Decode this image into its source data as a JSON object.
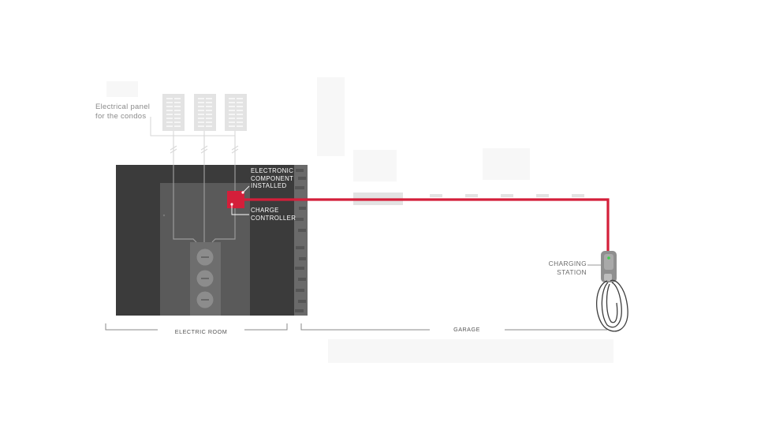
{
  "labels": {
    "electrical_panel": "Electrical panel for the condos",
    "electronic_component": "ELECTRONIC COMPONENT INSTALLED",
    "charge_controller": "CHARGE CONTROLLER",
    "charging_station": "CHARGING STATION",
    "electric_room": "ELECTRIC ROOM",
    "garage": "GARAGE"
  },
  "colors": {
    "accent_red": "#d41f3a",
    "room_dark": "#3b3b3b",
    "room_mid": "#5a5a5a",
    "room_light": "#6e6e6e",
    "panel_gray": "#e3e3e3",
    "label_gray": "#6b6b6b",
    "station_gray": "#8f8f8f",
    "indicator_green": "#3ecf4a"
  },
  "icons": {
    "panel": "electrical-panel-icon",
    "controller": "charge-controller-box",
    "station": "ev-charging-station-icon",
    "meter": "meter-icon"
  }
}
